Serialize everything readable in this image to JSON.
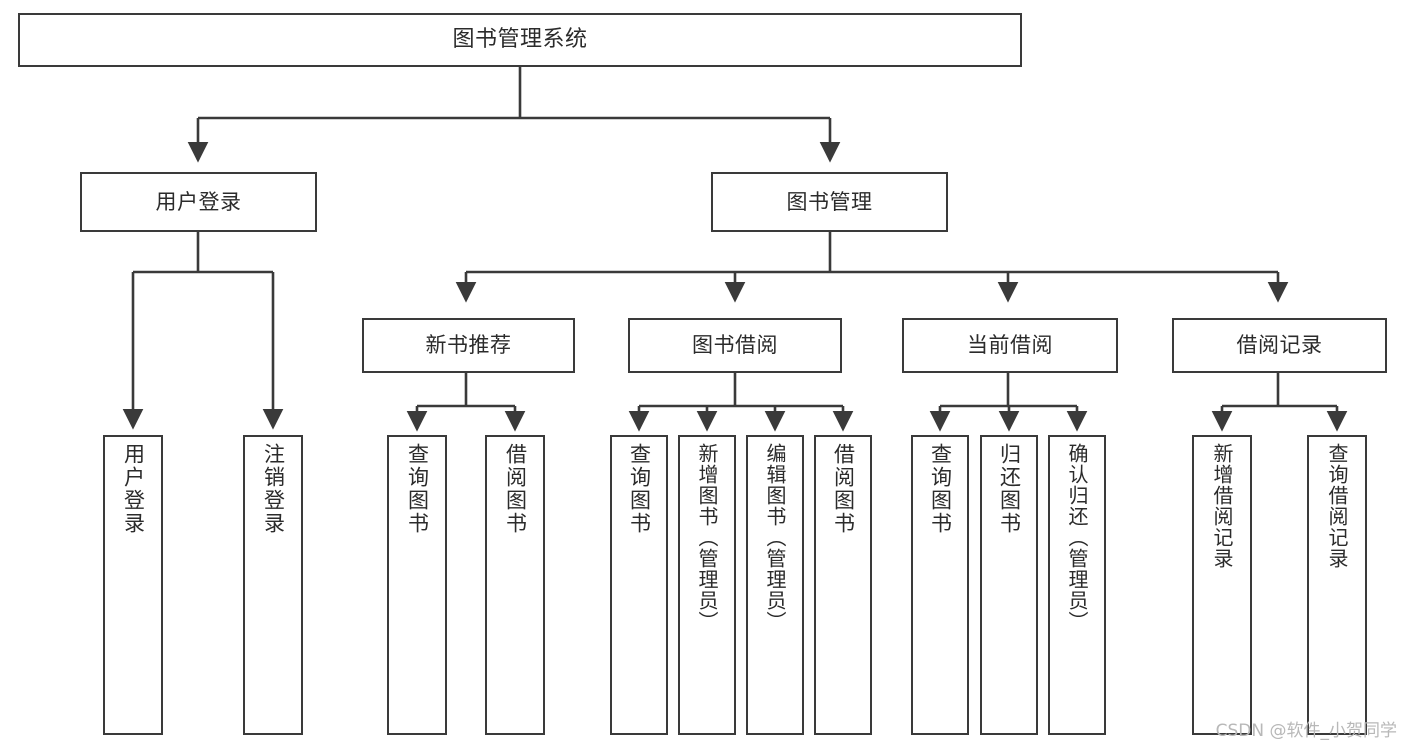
{
  "diagram": {
    "title": "图书管理系统",
    "type": "tree-hierarchy",
    "orientation": "top-down",
    "colors": {
      "box_border": "#3a3a3a",
      "box_fill": "#ffffff",
      "connector": "#3a3a3a",
      "text": "#2b2b2b",
      "watermark": "#b8b8b8",
      "background": "#ffffff"
    },
    "root": {
      "label": "图书管理系统"
    },
    "level2": [
      {
        "label": "用户登录"
      },
      {
        "label": "图书管理"
      }
    ],
    "level3": [
      {
        "label": "新书推荐"
      },
      {
        "label": "图书借阅"
      },
      {
        "label": "当前借阅"
      },
      {
        "label": "借阅记录"
      }
    ],
    "leaves": {
      "user_login": [
        {
          "label": "用户登录"
        },
        {
          "label": "注销登录"
        }
      ],
      "new_book_recommend": [
        {
          "label": "查询图书"
        },
        {
          "label": "借阅图书"
        }
      ],
      "book_borrow": [
        {
          "label": "查询图书"
        },
        {
          "label": "新增图书（管理员）"
        },
        {
          "label": "编辑图书（管理员）"
        },
        {
          "label": "借阅图书"
        }
      ],
      "current_borrow": [
        {
          "label": "查询图书"
        },
        {
          "label": "归还图书"
        },
        {
          "label": "确认归还（管理员）"
        }
      ],
      "borrow_record": [
        {
          "label": "新增借阅记录"
        },
        {
          "label": "查询借阅记录"
        }
      ]
    }
  },
  "watermark": {
    "text": "CSDN @软件_小贺同学"
  }
}
